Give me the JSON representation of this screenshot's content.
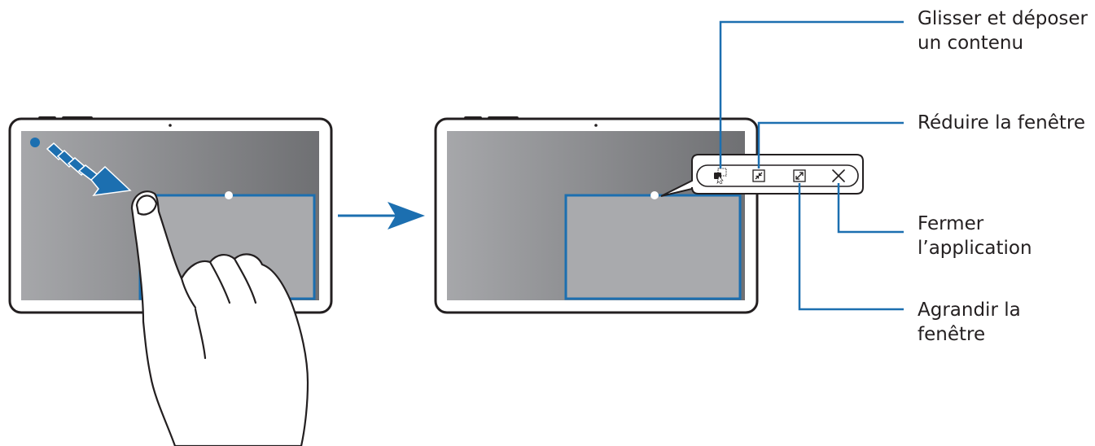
{
  "colors": {
    "accent": "#1c6fb0",
    "frame": "#231f20",
    "screen_dark": "#7f8083",
    "screen_light": "#a6a7aa",
    "window": "#a9aaad"
  },
  "icons": {
    "drag_drop": "drag-drop-content-icon",
    "minimize": "minimize-window-icon",
    "maximize": "maximize-window-icon",
    "close": "close-icon"
  },
  "callouts": {
    "drag_drop": [
      "Glisser et déposer",
      "un contenu"
    ],
    "minimize": [
      "Réduire la fenêtre"
    ],
    "close": [
      "Fermer",
      "l’application"
    ],
    "maximize": [
      "Agrandir la",
      "fenêtre"
    ]
  }
}
